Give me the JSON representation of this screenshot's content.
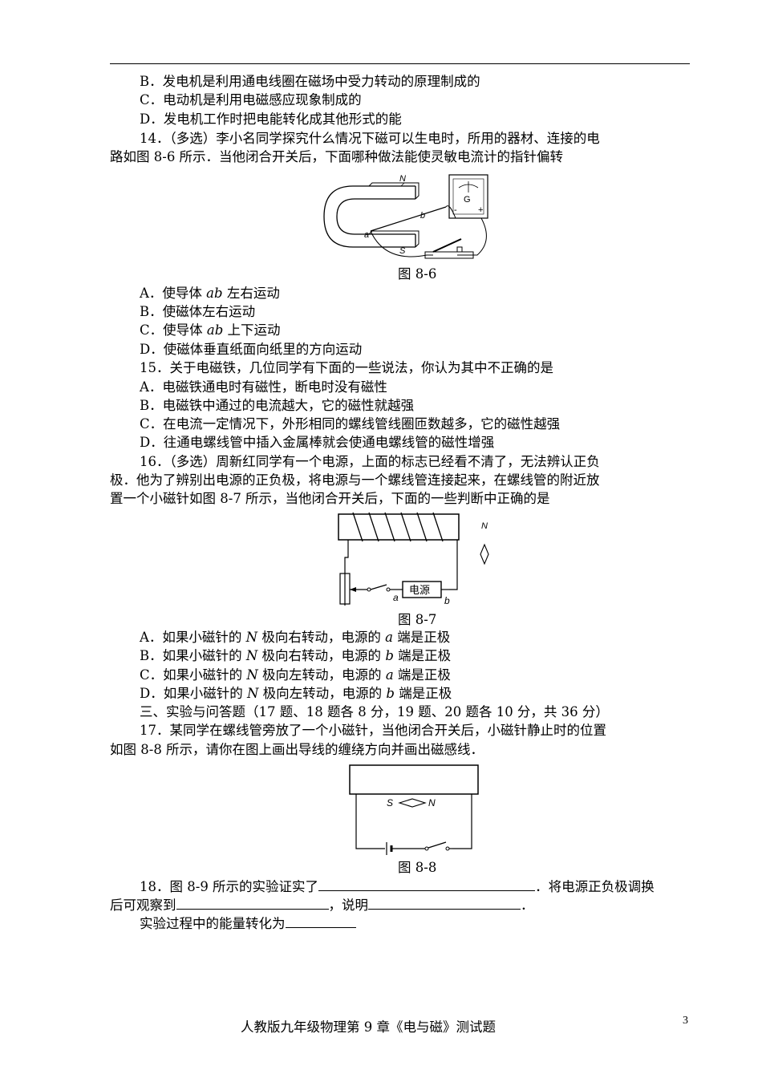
{
  "q13": {
    "optB": "B．发电机是利用通电线圈在磁场中受力转动的原理制成的",
    "optC": "C．电动机是利用电磁感应现象制成的",
    "optD": "D．发电机工作时把电能转化成其他形式的能"
  },
  "q14": {
    "line1": "14．（多选）李小名同学探究什么情况下磁可以生电时，所用的器材、连接的电",
    "line2": "路如图 8-6 所示．当他闭合开关后，下面哪种做法能使灵敏电流计的指针偏转",
    "caption": "图 8-6",
    "figLabels": {
      "N": "N",
      "S": "S",
      "a": "a",
      "b": "b",
      "G": "G",
      "minus": "-",
      "plus": "+"
    },
    "optA_pre": "A．使导体 ",
    "optA_var": "ab",
    "optA_post": " 左右运动",
    "optB": "B．使磁体左右运动",
    "optC_pre": "C．使导体 ",
    "optC_var": "ab",
    "optC_post": " 上下运动",
    "optD": "D．使磁体垂直纸面向纸里的方向运动"
  },
  "q15": {
    "stem": "15．关于电磁铁，几位同学有下面的一些说法，你认为其中不正确的是",
    "optA": "A．电磁铁通电时有磁性，断电时没有磁性",
    "optB": "B．电磁铁中通过的电流越大，它的磁性就越强",
    "optC": "C．在电流一定情况下，外形相同的螺线管线圈匝数越多，它的磁性越强",
    "optD": "D．往通电螺线管中插入金属棒就会使通电螺线管的磁性增强"
  },
  "q16": {
    "line1": "16．（多选）周新红同学有一个电源，上面的标志已经看不清了，无法辨认正负",
    "line2": "极．他为了辨别出电源的正负极，将电源与一个螺线管连接起来，在螺线管的附近放",
    "line3": "置一个小磁针如图 8-7 所示，当他闭合开关后，下面的一些判断中正确的是",
    "caption": "图 8-7",
    "figLabels": {
      "N": "N",
      "source": "电源",
      "a": "a",
      "b": "b"
    },
    "opts": [
      {
        "pre": "A．如果小磁针的 ",
        "pole": "N",
        "mid": " 极向右转动，电源的 ",
        "end": "a",
        "post": " 端是正极"
      },
      {
        "pre": "B．如果小磁针的 ",
        "pole": "N",
        "mid": " 极向右转动，电源的 ",
        "end": "b",
        "post": " 端是正极"
      },
      {
        "pre": "C．如果小磁针的 ",
        "pole": "N",
        "mid": " 极向左转动，电源的 ",
        "end": "a",
        "post": " 端是正极"
      },
      {
        "pre": "D．如果小磁针的 ",
        "pole": "N",
        "mid": " 极向左转动，电源的 ",
        "end": "b",
        "post": " 端是正极"
      }
    ]
  },
  "section3": "三、实验与问答题（17 题、18 题各 8 分，19 题、20 题各 10 分，共 36 分）",
  "q17": {
    "line1": "17．某同学在螺线管旁放了一个小磁针，当他闭合开关后，小磁针静止时的位置",
    "line2": "如图 8-8 所示，请你在图上画出导线的缠绕方向并画出磁感线．",
    "caption": "图 8-8",
    "figLabels": {
      "S": "S",
      "N": "N"
    }
  },
  "q18": {
    "line1_pre": "18．图 8-9 所示的实验证实了",
    "line1_post": "．将电源正负极调换",
    "line2_pre": "后可观察到",
    "line2_mid": "，说明",
    "line2_post": "．",
    "line3_pre": "实验过程中的能量转化为"
  },
  "footer": "人教版九年级物理第 9 章《电与磁》测试题",
  "page_number": "3"
}
